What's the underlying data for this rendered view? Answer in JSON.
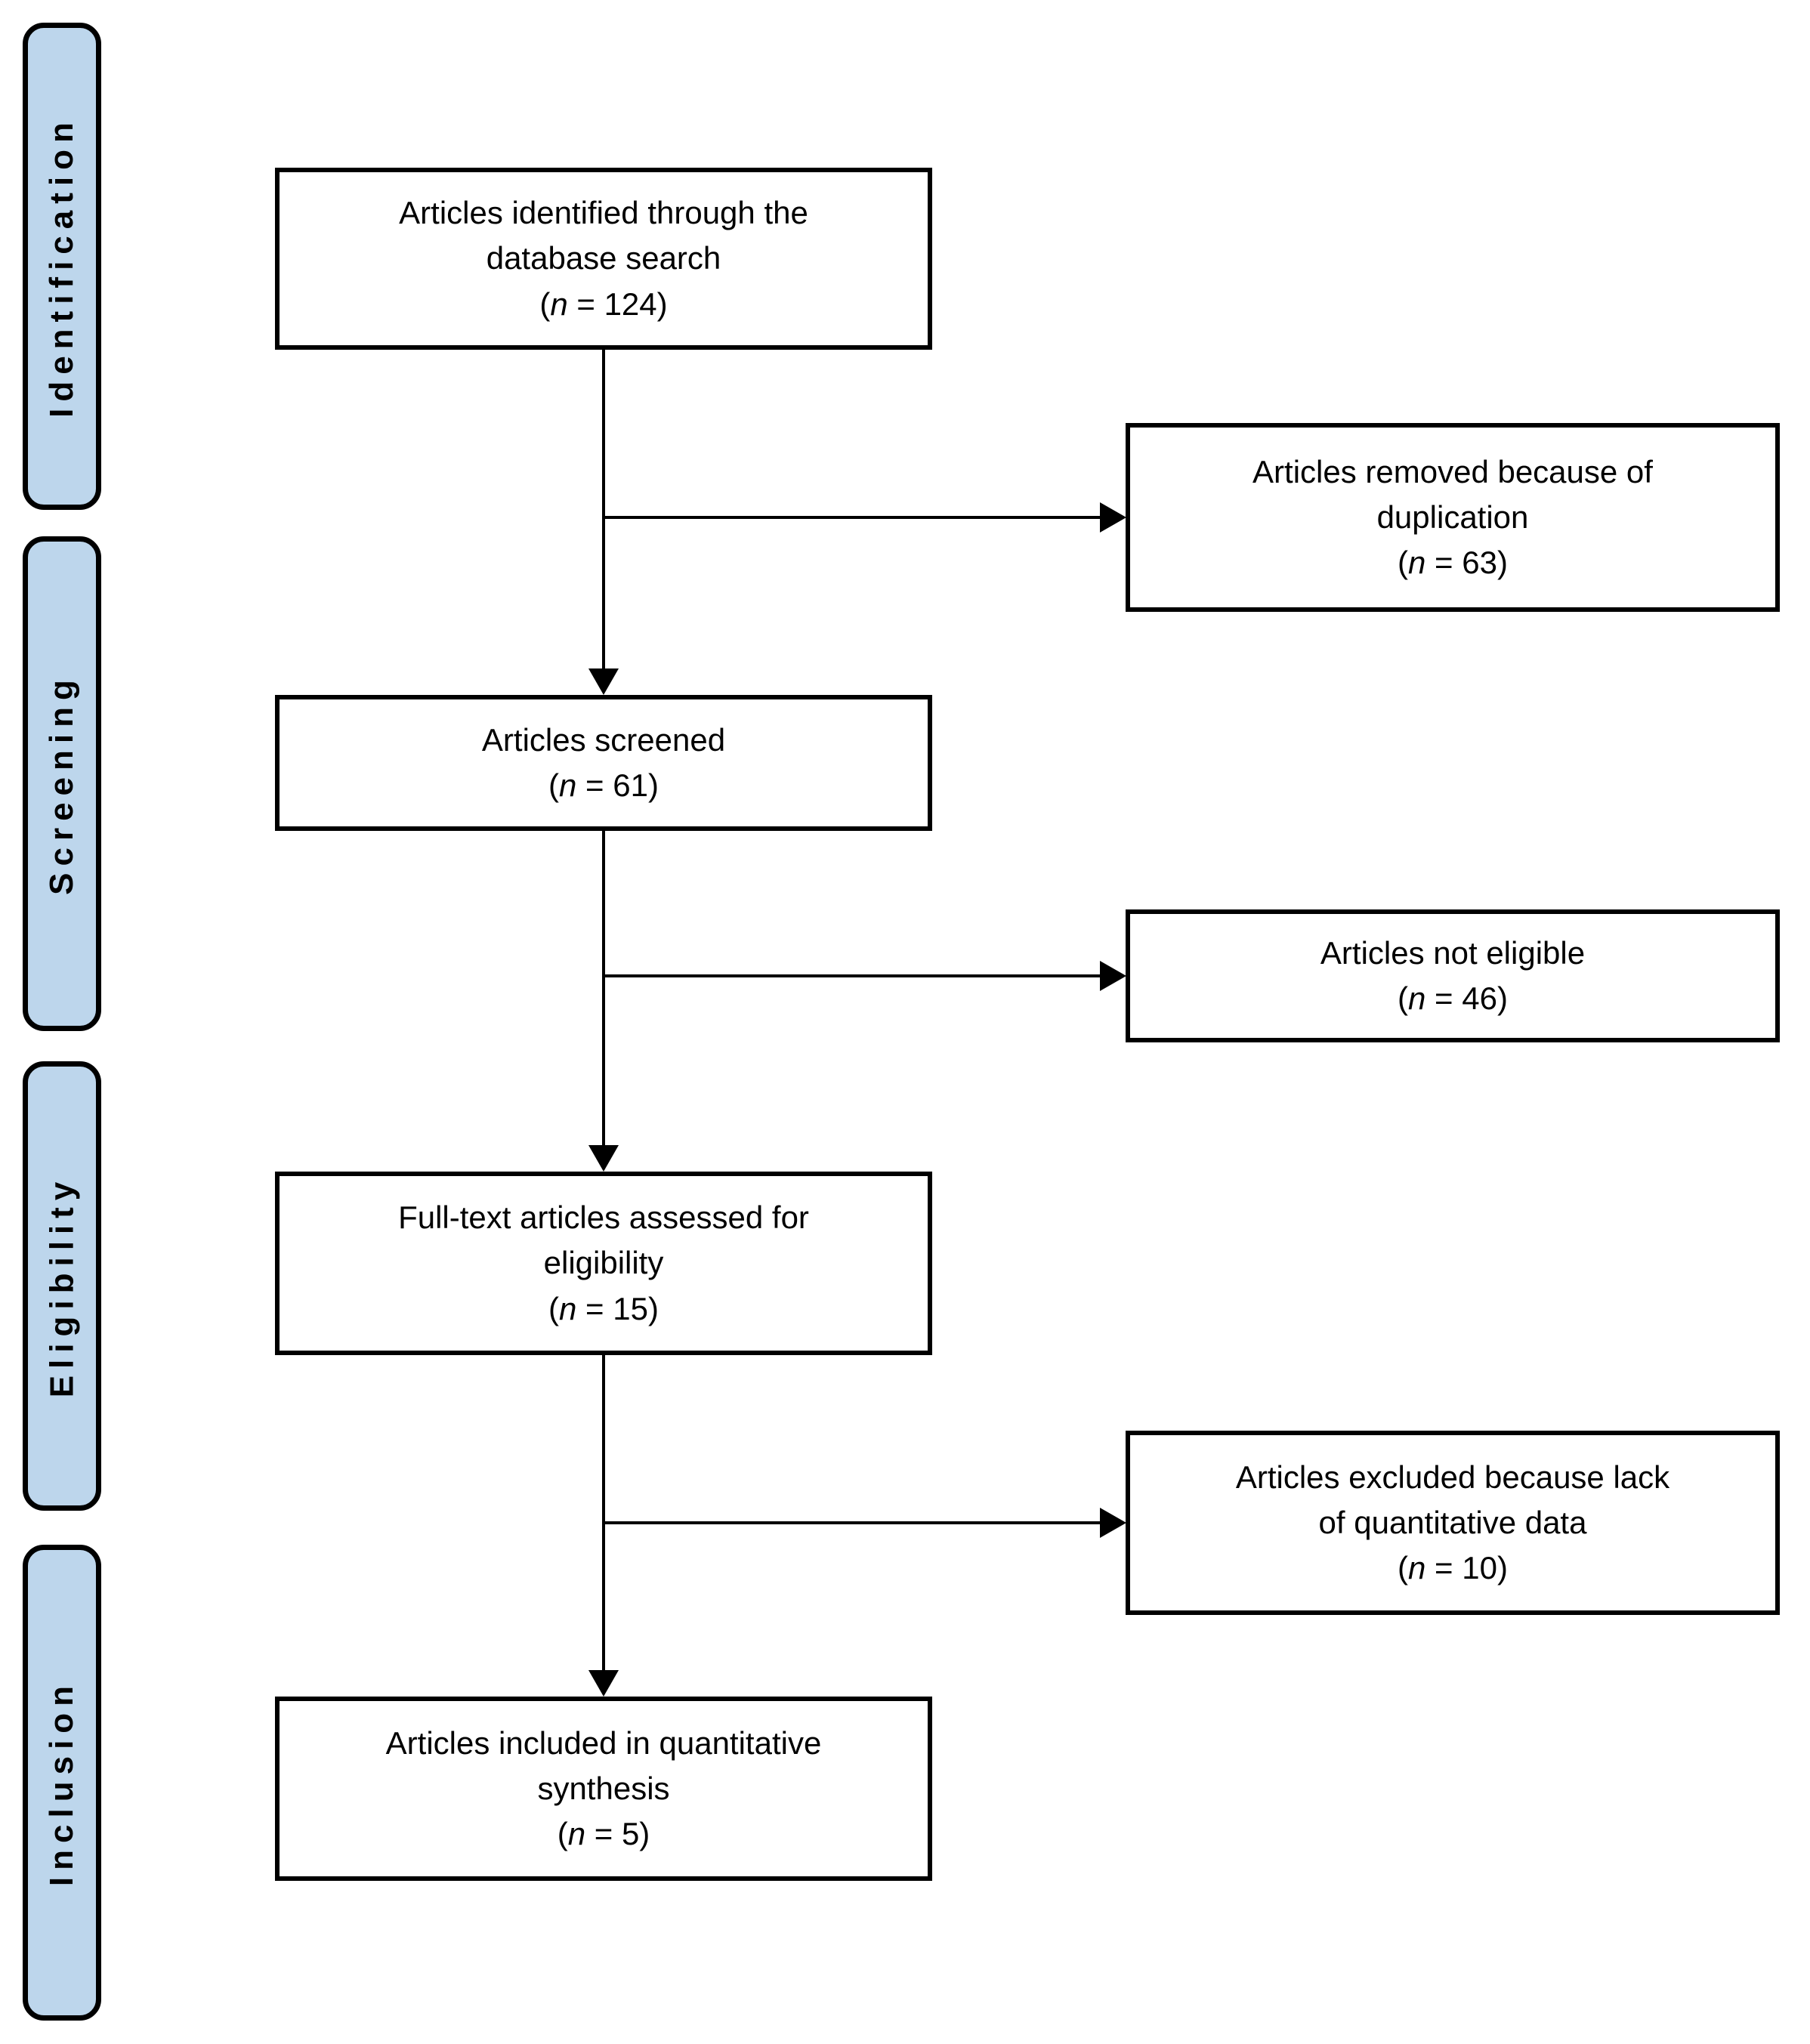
{
  "stages": [
    {
      "label": "Identification"
    },
    {
      "label": "Screening"
    },
    {
      "label": "Eligibility"
    },
    {
      "label": "Inclusion"
    }
  ],
  "flow": {
    "count_format": {
      "open": "(",
      "var": "n",
      "eq": " = ",
      "close": ")"
    },
    "boxes": [
      {
        "id": "identified",
        "label": "Articles identified through the\ndatabase search",
        "n": "124"
      },
      {
        "id": "removed-duplication",
        "label": "Articles removed because of\nduplication",
        "n": "63"
      },
      {
        "id": "screened",
        "label": "Articles screened",
        "n": "61"
      },
      {
        "id": "not-eligible",
        "label": "Articles not eligible",
        "n": "46"
      },
      {
        "id": "fulltext-assessed",
        "label": "Full-text articles assessed for\neligibility",
        "n": "15"
      },
      {
        "id": "excluded-lack-data",
        "label": "Articles excluded because lack\nof quantitative data",
        "n": "10"
      },
      {
        "id": "included-synthesis",
        "label": "Articles included in quantitative\nsynthesis",
        "n": "5"
      }
    ]
  },
  "colors": {
    "stage_fill": "#bdd6ec",
    "stroke": "#000000",
    "background": "#ffffff"
  }
}
